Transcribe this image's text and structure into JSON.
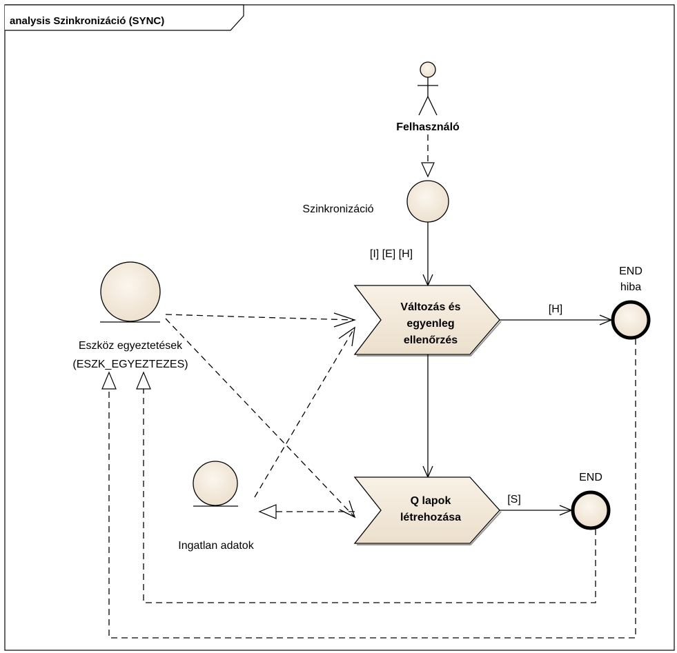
{
  "diagram": {
    "frame_title": "analysis Szinkronizáció (SYNC)",
    "actor": {
      "label": "Felhasználó"
    },
    "event": {
      "label": "Szinkronizáció"
    },
    "flow_label_start": "[I] [E] [H]",
    "process_1": {
      "line1": "Változás és",
      "line2": "egyenleg",
      "line3": "ellenőrzés"
    },
    "process_2": {
      "line1": "Q lapok",
      "line2": "létrehozása"
    },
    "flow_label_error": "[H]",
    "flow_label_success": "[S]",
    "end_error": {
      "line1": "END",
      "line2": "hiba"
    },
    "end_ok": {
      "label": "END"
    },
    "entity_eszkoz": {
      "line1": "Eszköz egyeztetések",
      "line2": "(ESZK_EGYEZTEZES)"
    },
    "entity_ingatlan": {
      "label": "Ingatlan adatok"
    },
    "colors": {
      "node_fill": "#f5ecdf",
      "frame_bg": "#ffffff",
      "stroke": "#000000"
    }
  }
}
